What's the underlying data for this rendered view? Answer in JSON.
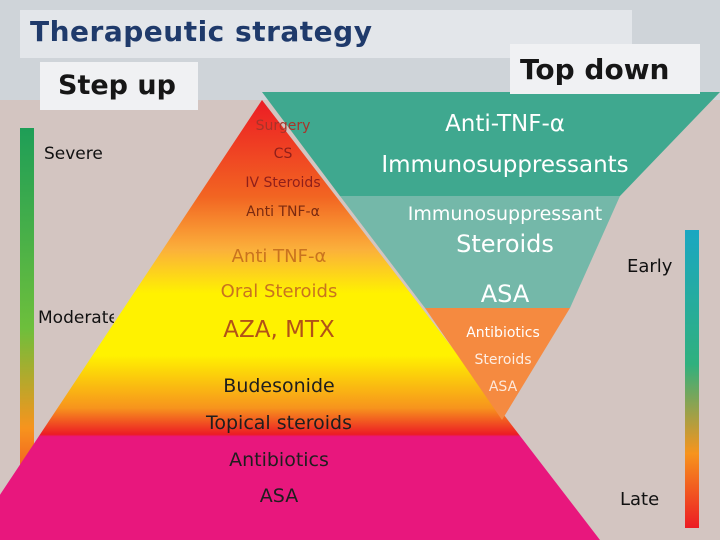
{
  "title": "Therapeutic strategy",
  "step_up": {
    "label": "Step up",
    "severity_high": "Severe",
    "severity_low": "Moderate",
    "tiers": [
      [
        "Surgery",
        "CS",
        "IV Steroids",
        "Anti TNF-α"
      ],
      [
        "Anti TNF-α",
        "Oral Steroids",
        "AZA, MTX"
      ],
      [
        "Budesonide",
        "Topical steroids",
        "Antibiotics",
        "ASA"
      ]
    ]
  },
  "top_down": {
    "label": "Top down",
    "timing_early": "Early",
    "timing_late": "Late",
    "tiers": [
      [
        "Anti-TNF-α",
        "Immunosuppressants"
      ],
      [
        "Immunosuppressant",
        "Steroids",
        "ASA"
      ],
      [
        "Antibiotics",
        "Steroids",
        "ASA"
      ]
    ]
  },
  "colors": {
    "red": "#ec1c24",
    "orange": "#f47920",
    "yellow": "#fff200",
    "magenta": "#e8177d",
    "teal": "#3fa88f",
    "teal_light": "#74b8a9",
    "orange_tip": "#f58a40"
  }
}
